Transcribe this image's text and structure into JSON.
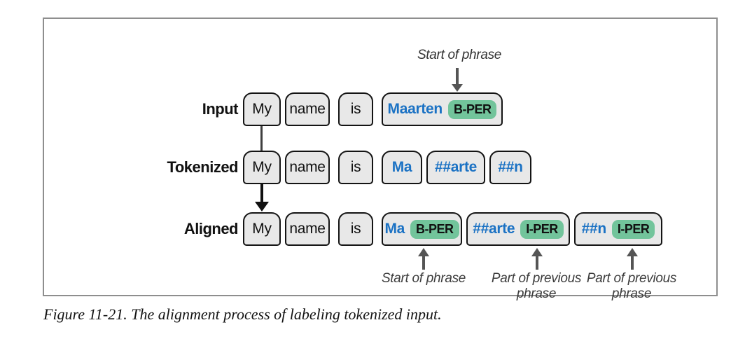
{
  "diagram": {
    "row_labels": {
      "input": "Input",
      "tokenized": "Tokenized",
      "aligned": "Aligned"
    },
    "input_row": {
      "tokens": [
        "My",
        "name",
        "is"
      ],
      "entity_token": {
        "text": "Maarten",
        "tag": "B-PER"
      }
    },
    "tokenized_row": {
      "tokens": [
        "My",
        "name",
        "is"
      ],
      "subword_tokens": [
        "Ma",
        "##arte",
        "##n"
      ]
    },
    "aligned_row": {
      "tokens": [
        "My",
        "name",
        "is"
      ],
      "tagged_tokens": [
        {
          "text": "Ma",
          "tag": "B-PER"
        },
        {
          "text": "##arte",
          "tag": "I-PER"
        },
        {
          "text": "##n",
          "tag": "I-PER"
        }
      ]
    },
    "annotations": {
      "start_of_phrase_top": "Start of phrase",
      "start_of_phrase_bottom": "Start of phrase",
      "part_of_previous_1": "Part of previous phrase",
      "part_of_previous_2": "Part of previous phrase"
    },
    "colors": {
      "tag_green": "#72c49b",
      "subword_blue": "#1b72c4",
      "token_gray": "#e8e8e8"
    }
  },
  "caption": "Figure 11-21. The alignment process of labeling tokenized input."
}
